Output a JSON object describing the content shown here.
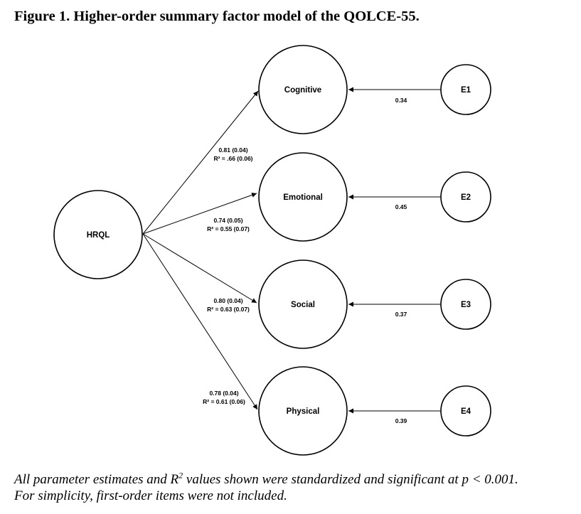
{
  "title": "Figure 1. Higher-order summary factor model of the QOLCE-55.",
  "nodes": {
    "hrql": "HRQL",
    "cognitive": "Cognitive",
    "emotional": "Emotional",
    "social": "Social",
    "physical": "Physical",
    "e1": "E1",
    "e2": "E2",
    "e3": "E3",
    "e4": "E4"
  },
  "loadings": {
    "cognitive": {
      "estimate": "0.81 (0.04)",
      "r2": "R² = .66 (0.06)"
    },
    "emotional": {
      "estimate": "0.74 (0.05)",
      "r2": "R² = 0.55 (0.07)"
    },
    "social": {
      "estimate": "0.80 (0.04)",
      "r2": "R² = 0.63 (0.07)"
    },
    "physical": {
      "estimate": "0.78 (0.04)",
      "r2": "R² = 0.61 (0.06)"
    }
  },
  "errors": {
    "e1": "0.34",
    "e2": "0.45",
    "e3": "0.37",
    "e4": "0.39"
  },
  "caption": {
    "line1_a": "All parameter estimates and R",
    "line1_sup": "2",
    "line1_b": " values shown were standardized and significant at p < 0.001.",
    "line2": "For simplicity, first-order items were not included."
  }
}
